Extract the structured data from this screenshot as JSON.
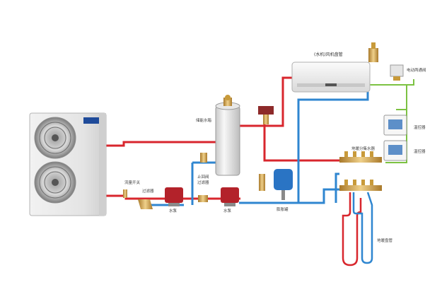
{
  "labels": {
    "fan_coil": "(水机)风机盘管",
    "motorized_valve": "电动两通阀",
    "thermostat_1": "温控器",
    "thermostat_2": "温控器",
    "storage_tank": "储能水箱",
    "floor_manifold": "地暖分集水器",
    "flow_switch": "流量开关",
    "filter": "过滤器",
    "pump_1": "水泵",
    "check_valve": "止回阀",
    "filter_2": "过滤器",
    "pump_2": "水泵",
    "expansion_tank": "膨胀罐",
    "floor_coil": "地暖盘管"
  },
  "colors": {
    "hot_pipe": "#d8262d",
    "cold_pipe": "#2f86d0",
    "green_wire": "#7cc242",
    "pump": "#b3222a",
    "brass": "#c89a3a",
    "expansion": "#2a74c4"
  }
}
